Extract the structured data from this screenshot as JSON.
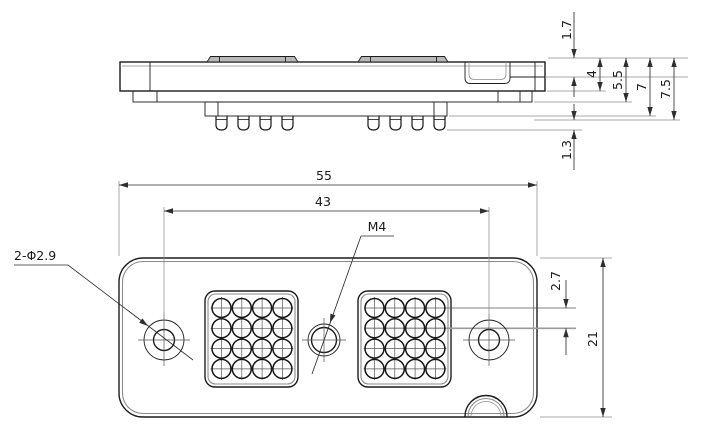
{
  "page": {
    "type": "engineering-drawing",
    "subject": "rectangular connector, side profile and front face views",
    "background": "#ffffff"
  },
  "side_view": {
    "label": "side profile view",
    "dims": {
      "d1_7": "1.7",
      "d4": "4",
      "d5_5": "5.5",
      "d7": "7",
      "d7_5": "7.5",
      "d1_3": "1.3"
    }
  },
  "front_view": {
    "label": "front face view",
    "dims": {
      "d55": "55",
      "d43": "43",
      "d2_7": "2.7",
      "d21": "21"
    },
    "labels": {
      "center_thread": "M4",
      "mount_holes": "2-Φ2.9"
    },
    "pin_layout": {
      "grids": 2,
      "rows": 4,
      "cols": 4,
      "pins_per_grid": 16,
      "total_pins": 32
    }
  },
  "colors": {
    "outline": "#1c1c1c",
    "inner_line": "#8a8a8a",
    "thin_line": "#8c8c8c",
    "dim_line": "#2e2e2e",
    "shade_fill": "#b9b9b9",
    "background": "#ffffff"
  }
}
